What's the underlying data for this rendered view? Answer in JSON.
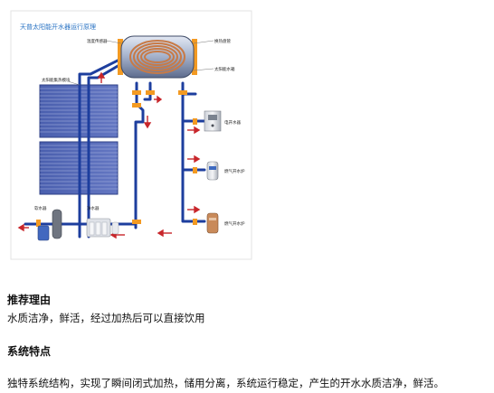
{
  "diagram": {
    "title": "天普太阳能开水器运行原理",
    "labels": {
      "temp_sensor": "温度传感器",
      "heat_exchange_coil": "换热盘管",
      "solar_tank": "太阳能水箱",
      "solar_collector": "太阳能集热模块",
      "softener": "软水器",
      "purifier": "净水器",
      "electric_boiler": "电开水器",
      "gas_boiler": "燃气开水炉",
      "gas_boiler_2": "燃气开水炉"
    },
    "colors": {
      "pipe": "#1d3e9e",
      "joint": "#f39a22",
      "arrow": "#c8262b",
      "panel": "#4f63b4",
      "tank": "#a3b1cc",
      "title": "#2b74c4"
    }
  },
  "sections": [
    {
      "heading": "推荐理由",
      "text": "水质洁净，鲜活，经过加热后可以直接饮用"
    },
    {
      "heading": "系统特点",
      "text": "独特系统结构，实现了瞬间闭式加热，储用分离，系统运行稳定，产生的开水水质洁净，鲜活。"
    }
  ]
}
